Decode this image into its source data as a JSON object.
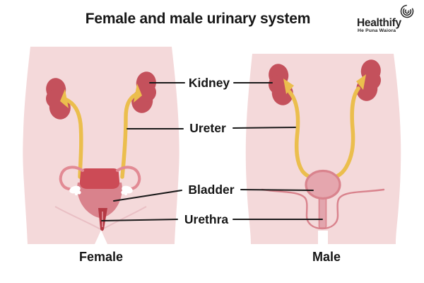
{
  "title": "Female and male urinary system",
  "logo": {
    "brand": "Healthify",
    "tagline": "He Puna Waiora"
  },
  "organ_labels": {
    "kidney": "Kidney",
    "ureter": "Ureter",
    "bladder": "Bladder",
    "urethra": "Urethra"
  },
  "figure_captions": {
    "female": "Female",
    "male": "Male"
  },
  "colors": {
    "background": "#FFFFFF",
    "text": "#161616",
    "label_line": "#1A1A1A",
    "logo_text": "#222222",
    "body": "#F4D9DA",
    "kidney": "#C4515C",
    "ureter_yellow": "#EBBE4D",
    "uterus": "#CC4B56",
    "female_bladder": "#D9828C",
    "female_urethra": "#B53944",
    "fallopian_tube": "#E28A94",
    "fimbria": "#FFFFFF",
    "female_groin_line": "#E9BFC4",
    "male_outline": "#D9838D",
    "male_bladder_fill": "#E5A6AE",
    "male_urethra_fill": "#E2A5AD"
  }
}
